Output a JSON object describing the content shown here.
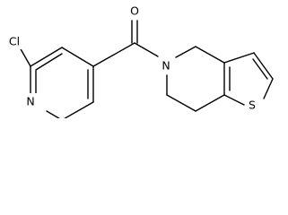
{
  "atoms": {
    "chlorine": "Cl",
    "pyridine_nitrogen": "N",
    "carbonyl_oxygen": "O",
    "amide_nitrogen": "N",
    "sulfur": "S"
  },
  "colors": {
    "bond": "#000000",
    "label": "#000000",
    "background": "#ffffff"
  }
}
